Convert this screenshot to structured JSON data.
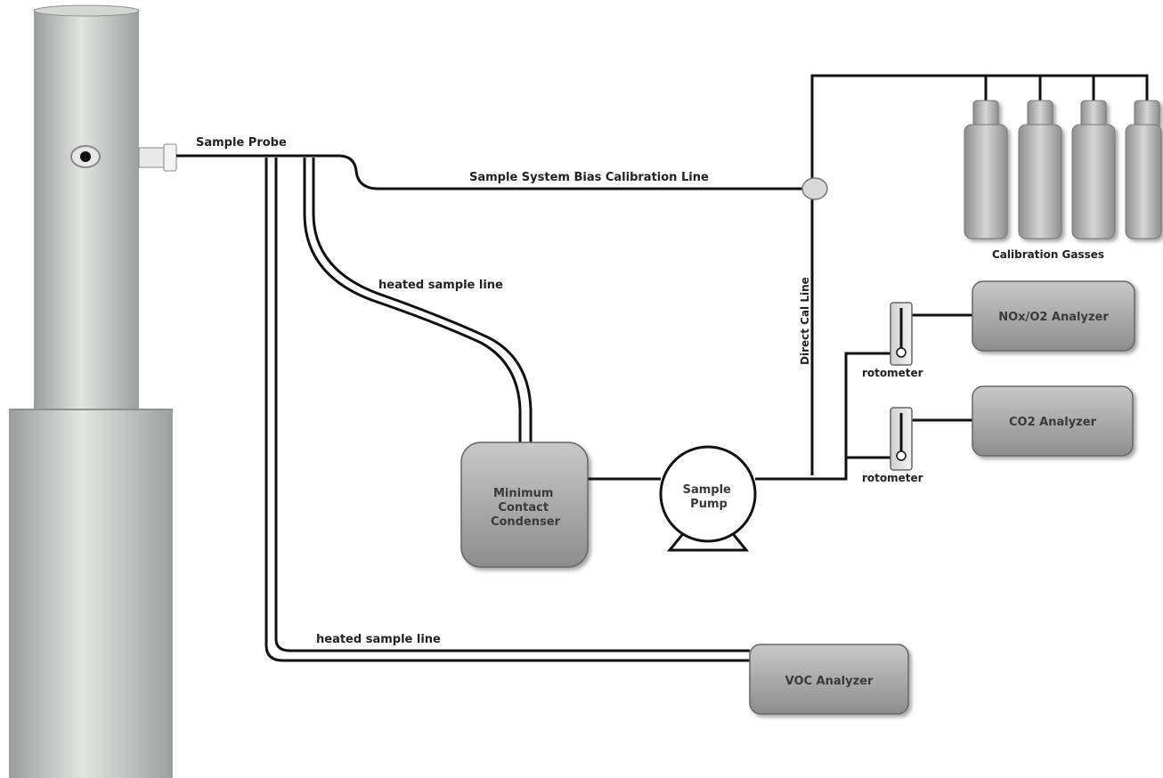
{
  "labels": {
    "sample_probe": "Sample Probe",
    "bias_line": "Sample System Bias Calibration Line",
    "heated_line_1": "heated sample line",
    "heated_line_2": "heated sample line",
    "direct_cal_line": "Direct Cal Line",
    "calibration_gasses": "Calibration Gasses",
    "rotometer_1": "rotometer",
    "rotometer_2": "rotometer"
  },
  "components": {
    "condenser": [
      "Minimum",
      "Contact",
      "Condenser"
    ],
    "pump": [
      "Sample",
      "Pump"
    ],
    "nox_analyzer": "NOx/O2 Analyzer",
    "co2_analyzer": "CO2 Analyzer",
    "voc_analyzer": "VOC Analyzer"
  },
  "colors": {
    "line": "#111111",
    "box_fill": "#a8a8a8",
    "stack_fill": "#c6c9c7"
  }
}
